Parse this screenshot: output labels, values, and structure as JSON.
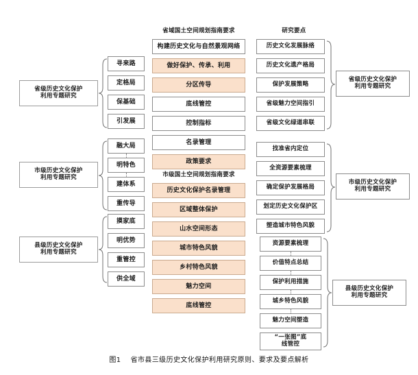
{
  "figure": {
    "label": "图1",
    "caption": "省市县三级历史文化保护利用研究原则、要求及要点解析"
  },
  "colors": {
    "fill_peach": "#fae0cb",
    "fill_peach_border": "#c9a98e",
    "box_border": "#8a8a8a",
    "connector": "#6f6f6f",
    "page_background": "#ffffff",
    "text": "#1c1c1c"
  },
  "column_headers": {
    "province_guideline": "省域国土空间规划指南要求",
    "city_guideline": "市级国土空间规划指南要求",
    "research_points": "研究要点"
  },
  "levels": [
    {
      "id": "province",
      "root_left": "省级历史文化保护利用专题研究",
      "root_left_lines": [
        "省级历史文化保护",
        "利用专题研究"
      ],
      "principles": [
        {
          "text": "寻来路",
          "fill": false
        },
        {
          "text": "定格局",
          "fill": false
        },
        {
          "text": "保基础",
          "fill": false
        },
        {
          "text": "引发展",
          "fill": false
        }
      ],
      "guideline_header": "省域国土空间规划指南要求",
      "guideline_items": [
        {
          "text": "构建历史文化与自然景观网络",
          "fill": false
        },
        {
          "text": "做好保护、传承、利用",
          "fill": true
        },
        {
          "text": "分区传导",
          "fill": true
        },
        {
          "text": "底线管控",
          "fill": false
        },
        {
          "text": "控制指标",
          "fill": false
        },
        {
          "text": "名录管理",
          "fill": false
        },
        {
          "text": "政策要求",
          "fill": true
        }
      ],
      "research_points": [
        "历史文化发展脉络",
        "历史文化遗产格局",
        "保护发展策略",
        "省级魅力空间指引",
        "省级文化绿道串联"
      ],
      "summary": "省级历史文化保护利用专题研究",
      "summary_lines": [
        "省级历史文化保护",
        "利用专题研究"
      ]
    },
    {
      "id": "city",
      "root_left": "市级历史文化保护利用专题研究",
      "root_left_lines": [
        "市级历史文化保护",
        "利用专题研究"
      ],
      "principles": [
        {
          "text": "融大局",
          "fill": false
        },
        {
          "text": "明特色",
          "fill": false
        },
        {
          "text": "建体系",
          "fill": false
        },
        {
          "text": "重传导",
          "fill": false
        }
      ],
      "guideline_header": "市级国土空间规划指南要求",
      "guideline_items": [
        {
          "text": "历史文化保护名录管理",
          "fill": true
        },
        {
          "text": "区域整体保护",
          "fill": true
        },
        {
          "text": "山水空间形态",
          "fill": true
        },
        {
          "text": "城市特色风貌",
          "fill": true
        },
        {
          "text": "乡村特色风貌",
          "fill": true
        },
        {
          "text": "魅力空间",
          "fill": true
        },
        {
          "text": "底线管控",
          "fill": true
        }
      ],
      "research_points": [
        "找准省内定位",
        "全资源要素梳理",
        "确定保护发展格局",
        "划定历史文化保护区",
        "塑造城市特色风貌"
      ],
      "summary": "市级历史文化保护利用专题研究",
      "summary_lines": [
        "市级历史文化保护",
        "利用专题研究"
      ]
    },
    {
      "id": "county",
      "root_left": "县级历史文化保护利用专题研究",
      "root_left_lines": [
        "县级历史文化保护",
        "利用专题研究"
      ],
      "principles": [
        {
          "text": "摸家底",
          "fill": false
        },
        {
          "text": "明优势",
          "fill": false
        },
        {
          "text": "重管控",
          "fill": false
        },
        {
          "text": "供全域",
          "fill": false
        }
      ],
      "research_points": [
        "资源要素梳理",
        "价值特点总结",
        "保护利用措施",
        "城乡特色风貌",
        "魅力空间塑造",
        "“一张图”底线管控"
      ],
      "research_points_multiline": [
        [
          "资源要素梳理"
        ],
        [
          "价值特点总结"
        ],
        [
          "保护利用措施"
        ],
        [
          "城乡特色风貌"
        ],
        [
          "魅力空间塑造"
        ],
        [
          "“一张图”底",
          "线管控"
        ]
      ],
      "summary": "县级历史文化保护利用专题研究",
      "summary_lines": [
        "县级历史文化保护",
        "利用专题研究"
      ]
    }
  ]
}
